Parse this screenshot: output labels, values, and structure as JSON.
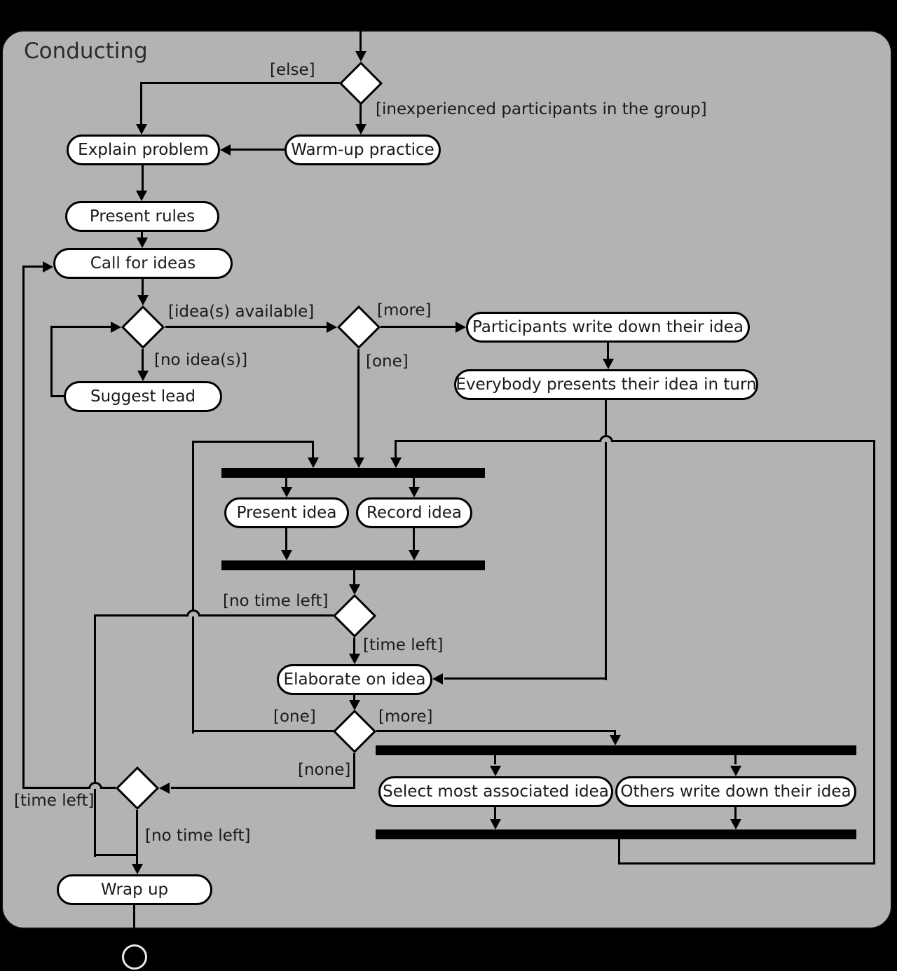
{
  "diagram": {
    "title": "Conducting",
    "type_label": "uml-activity-diagram",
    "colors": {
      "background": "#000000",
      "panel_fill": "#b3b3b3",
      "node_fill": "#ffffff",
      "line": "#000000",
      "final_ring": "#e8e8e8"
    },
    "activities": {
      "explain_problem": "Explain problem",
      "warm_up": "Warm-up practice",
      "present_rules": "Present rules",
      "call_for_ideas": "Call for ideas",
      "suggest_lead": "Suggest lead",
      "participants_write": "Participants write down their idea",
      "everybody_presents": "Everybody presents their idea in turn",
      "present_idea": "Present idea",
      "record_idea": "Record idea",
      "elaborate": "Elaborate on idea",
      "select_associated": "Select most associated idea",
      "others_write": "Others write down their idea",
      "wrap_up": "Wrap up"
    },
    "guards": {
      "else": "[else]",
      "inexperienced": "[inexperienced participants in the group]",
      "ideas_available": "[idea(s) available]",
      "no_ideas": "[no idea(s)]",
      "more_top": "[more]",
      "one_top": "[one]",
      "no_time_left_mid": "[no time left]",
      "time_left_mid": "[time left]",
      "one_bottom": "[one]",
      "more_bottom": "[more]",
      "none": "[none]",
      "time_left_bottom": "[time left]",
      "no_time_left_bottom": "[no time left]"
    }
  }
}
